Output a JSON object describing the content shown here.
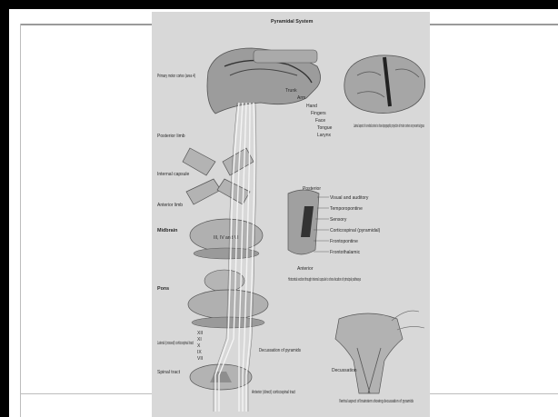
{
  "plate": {
    "title": "Pyramidal System",
    "left_labels": {
      "cortex": "Primary motor cortex (area 4)",
      "posterior_limb": "Posterior limb",
      "internal_capsule": "Internal capsule",
      "anterior_limb": "Anterior limb",
      "midbrain": "Midbrain",
      "pons": "Pons",
      "lateral_tract": "Lateral (crossed) corticospinal tract",
      "spinal_tract": "Spinal tract"
    },
    "homunculus_labels": [
      "Trunk",
      "Arm",
      "Hand",
      "Fingers",
      "Face",
      "Tongue",
      "Larynx"
    ],
    "midbrain_marker": "III, IV and VI",
    "nerve_labels": [
      "XII",
      "XI",
      "X",
      "IX",
      "VII"
    ],
    "decussation_text": "Decussation of pyramids",
    "anterior_tract": "Anterior (direct) corticospinal tract",
    "lateral_caption": "Lateral aspect of cerebral cortex to show topographic projection of motor centers on precentral gyrus",
    "capsule_labels": {
      "posterior": "Posterior",
      "visual": "Visual and auditory",
      "temporo": "Temporopontine",
      "sensory": "Sensory",
      "corticospinal": "Corticospinal (pyramidal)",
      "frontopontine": "Frontopontine",
      "thalamic": "Frontothalamic",
      "anterior": "Anterior"
    },
    "horizontal_caption": "Horizontal section through internal capsule to show location of principal pathways",
    "decussation_label": "Decussation",
    "ventral_caption": "Ventral aspect of brainstem showing decussation of pyramids"
  }
}
